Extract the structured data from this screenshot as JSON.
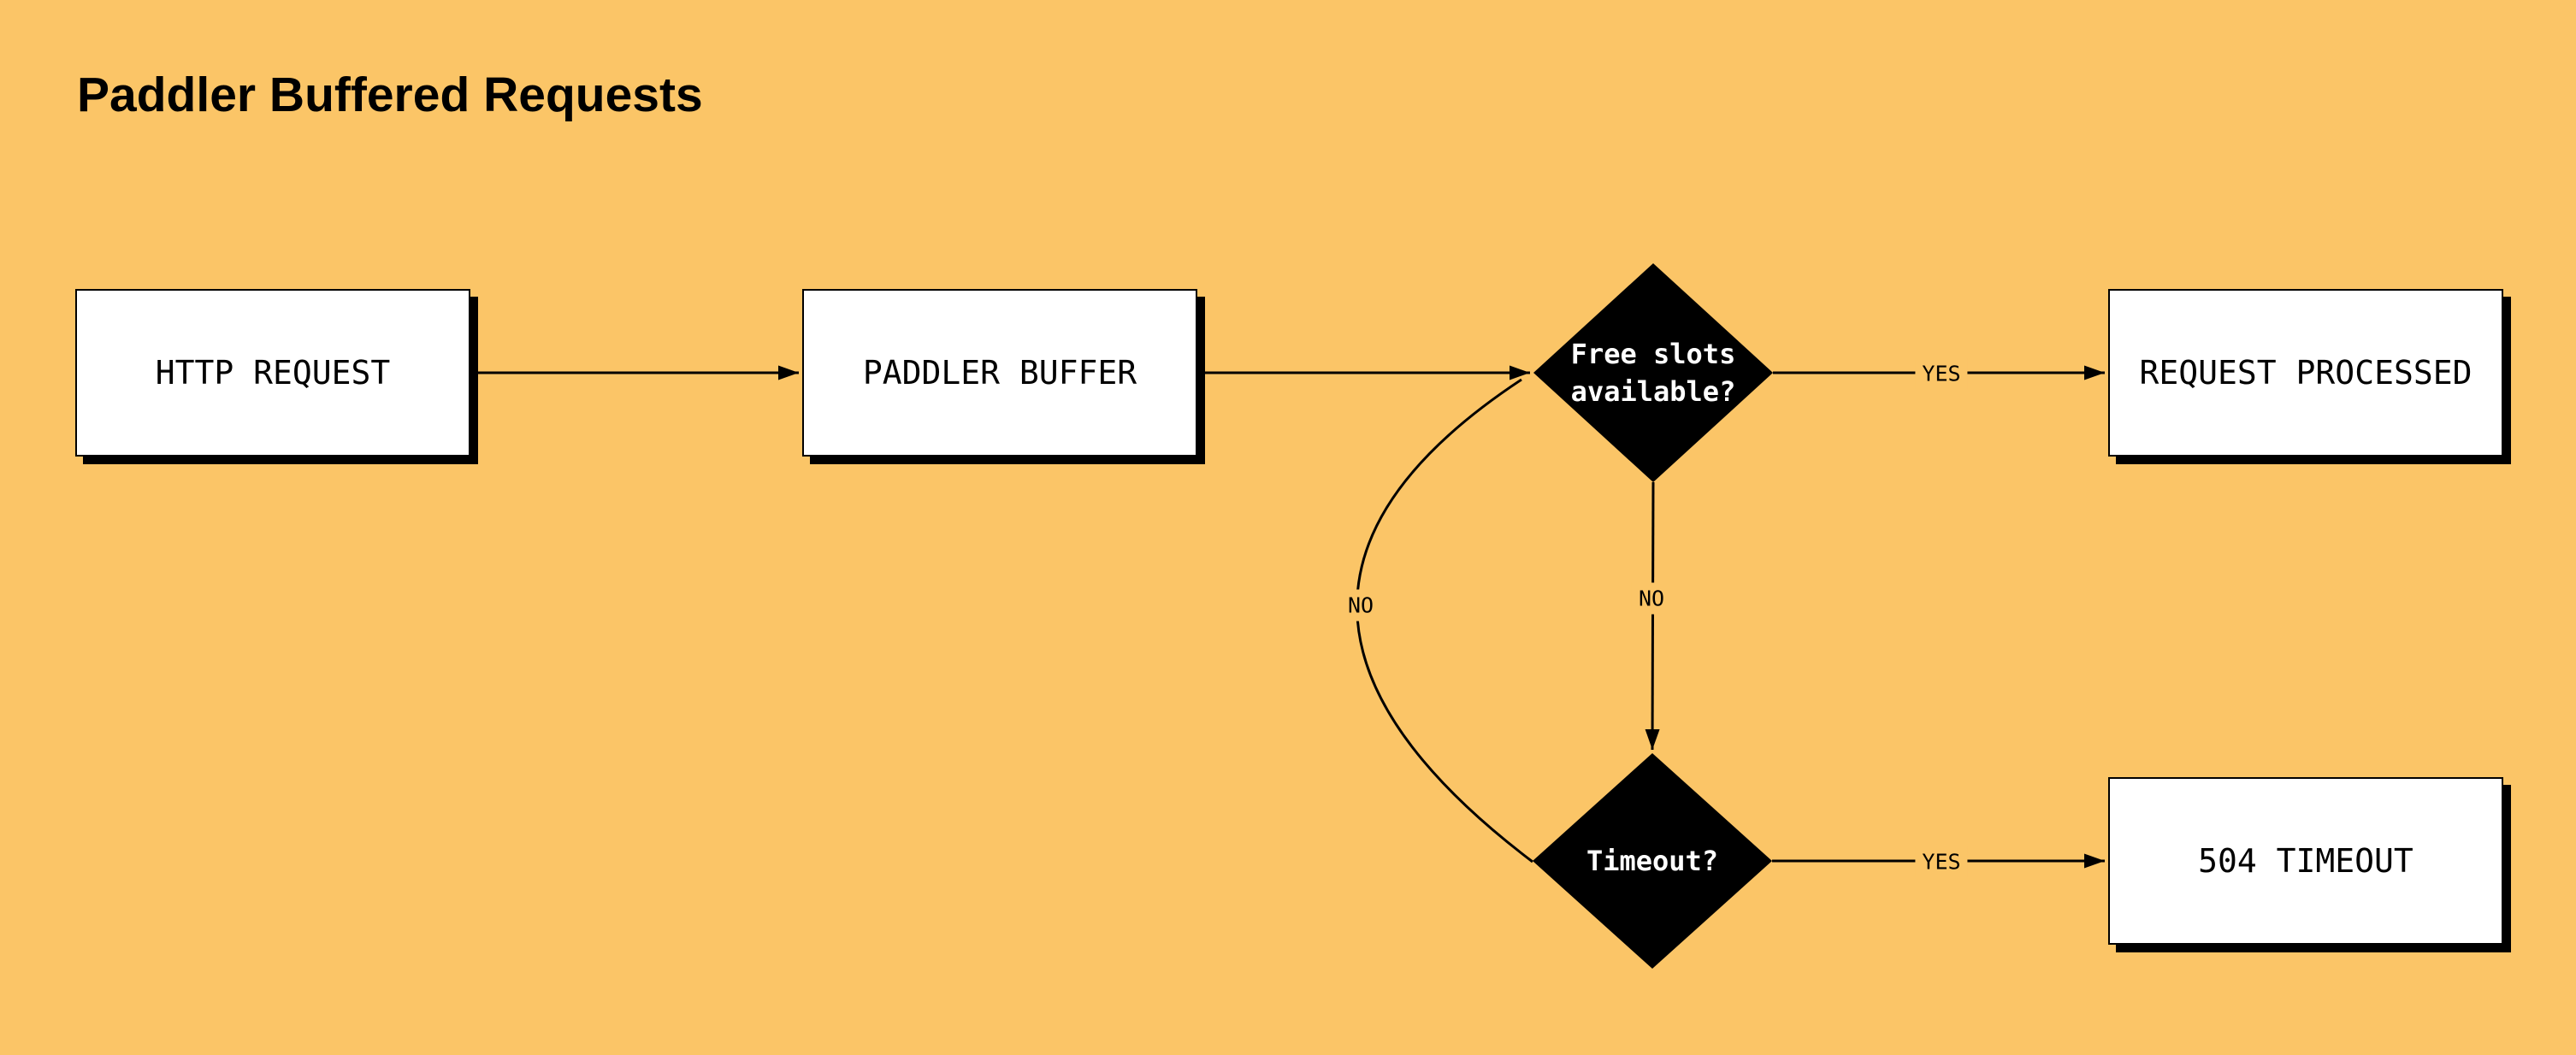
{
  "title": "Paddler Buffered Requests",
  "colors": {
    "background": "#FBC567",
    "node_fill": "#FFFFFF",
    "node_border": "#000000",
    "node_shadow": "#000000",
    "decision_fill": "#000000",
    "decision_text": "#FFFFFF",
    "edge_stroke": "#000000",
    "text": "#000000"
  },
  "nodes": {
    "http_request": {
      "label": "HTTP REQUEST",
      "type": "process"
    },
    "paddler_buffer": {
      "label": "PADDLER BUFFER",
      "type": "process"
    },
    "free_slots": {
      "label_line1": "Free slots",
      "label_line2": "available?",
      "type": "decision"
    },
    "request_processed": {
      "label": "REQUEST PROCESSED",
      "type": "process"
    },
    "timeout_decision": {
      "label": "Timeout?",
      "type": "decision"
    },
    "timeout_504": {
      "label": "504 TIMEOUT",
      "type": "process"
    }
  },
  "edges": {
    "request_to_buffer": {
      "label": ""
    },
    "buffer_to_free_slots": {
      "label": ""
    },
    "free_slots_yes": {
      "label": "YES"
    },
    "free_slots_no": {
      "label": "NO"
    },
    "timeout_yes": {
      "label": "YES"
    },
    "timeout_no": {
      "label": "NO"
    }
  }
}
